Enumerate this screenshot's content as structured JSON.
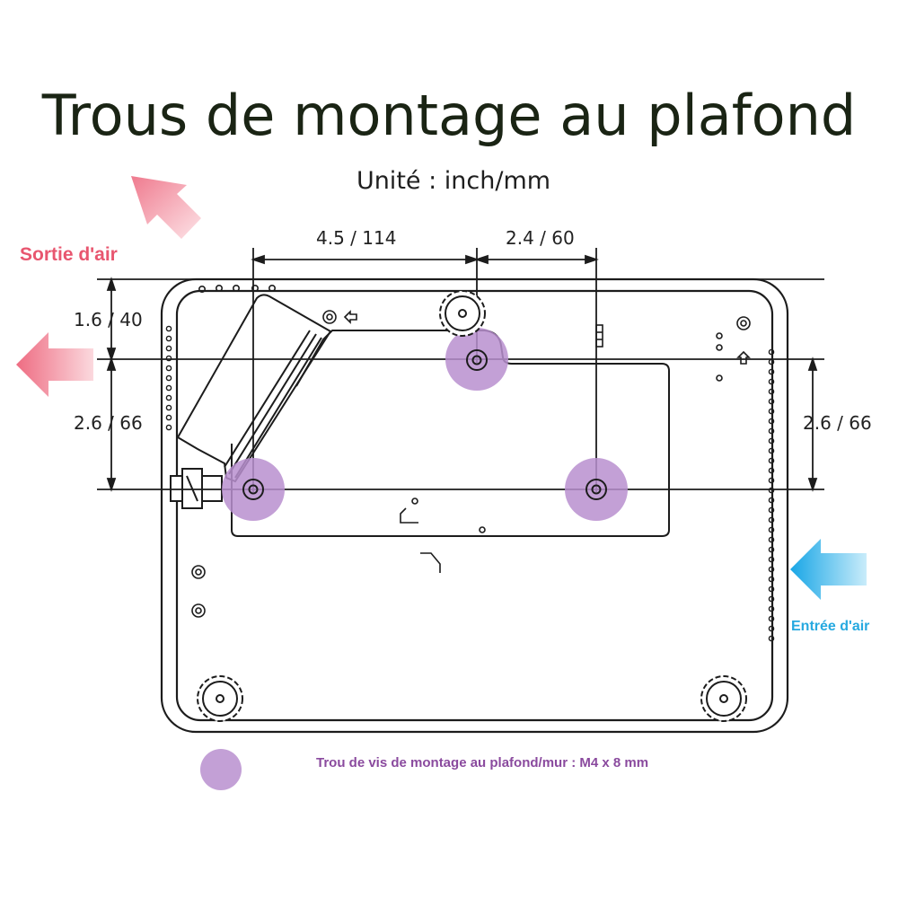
{
  "title": "Trous de montage au plafond",
  "unit": "Unité : inch/mm",
  "air_out_label": "Sortie d'air",
  "air_in_label": "Entrée d'air",
  "dimensions": {
    "top_left": "4.5 / 114",
    "top_right": "2.4 / 60",
    "left_upper": "1.6 / 40",
    "left_lower": "2.6 / 66",
    "right": "2.6 / 66"
  },
  "legend": "Trou de vis de montage au plafond/mur : M4 x 8 mm",
  "colors": {
    "title": "#1a2414",
    "air_out": "#e8566f",
    "air_in": "#26a9e0",
    "mount_hole": "#b98fcf",
    "legend_text": "#8a4a9e"
  }
}
